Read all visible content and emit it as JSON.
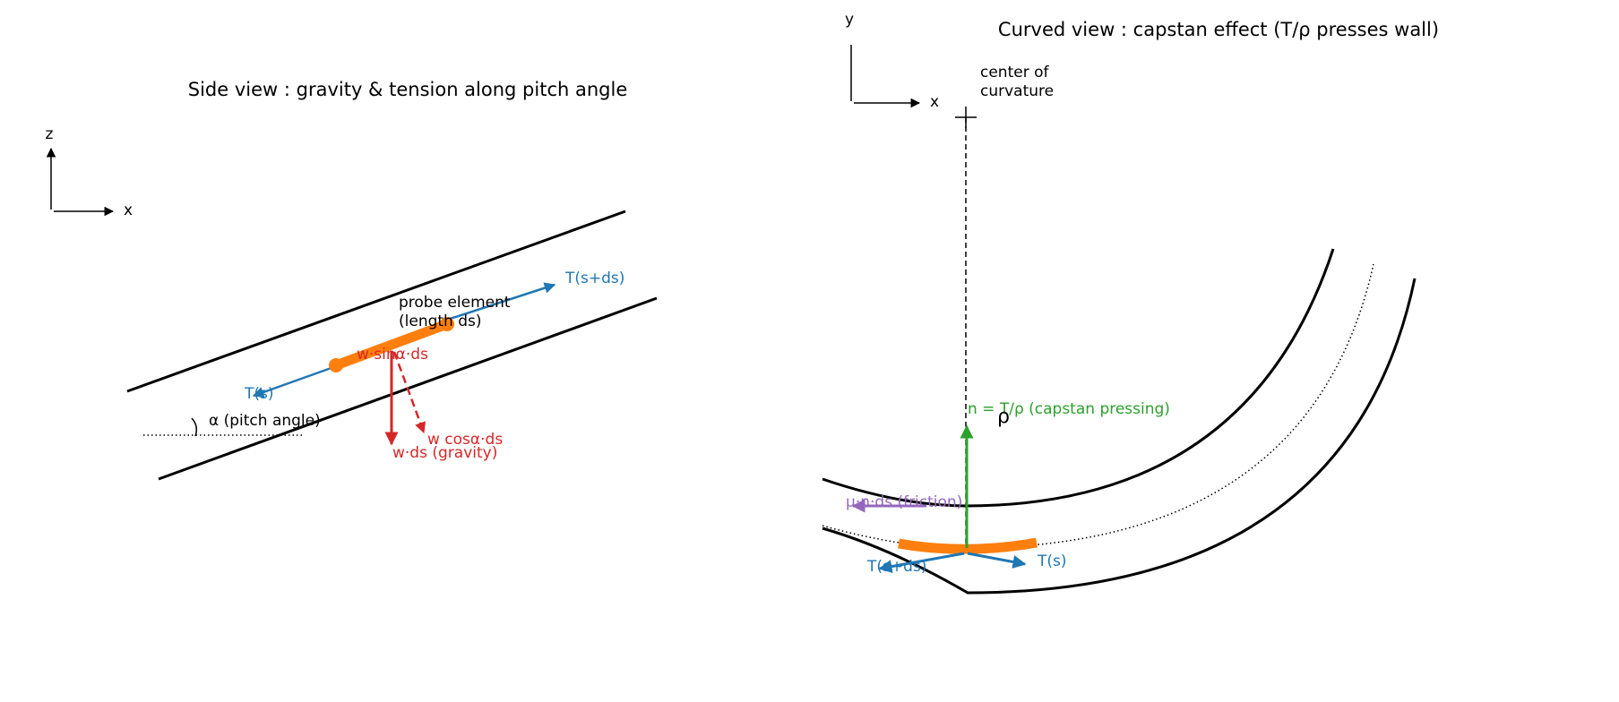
{
  "colors": {
    "ink": "#000000",
    "tension": "#1f77b4",
    "probe": "#ff7f0e",
    "gravity": "#d62728",
    "normal": "#2ca02c",
    "friction": "#9467bd"
  },
  "left_panel": {
    "title": "Side view : gravity & tension along pitch angle",
    "axis_z": "z",
    "axis_x": "x",
    "probe_label_1": "probe element",
    "probe_label_2": "(length ds)",
    "tension_forward": "T(s+ds)",
    "tension_back": "T(s)",
    "gravity_along": "w·sinα·ds",
    "gravity_normal": "w cosα·ds",
    "gravity_total": "w·ds  (gravity)",
    "pitch_angle": "α  (pitch angle)"
  },
  "right_panel": {
    "title": "Curved view : capstan effect (T/ρ presses wall)",
    "axis_y": "y",
    "axis_x": "x",
    "center_label_1": "center of",
    "center_label_2": "curvature",
    "rho": "ρ",
    "normal_force": "n = T/ρ  (capstan pressing)",
    "friction_force": "μ·n·ds  (friction)",
    "tension_right": "T(s)",
    "tension_left": "T(s+ds)"
  }
}
